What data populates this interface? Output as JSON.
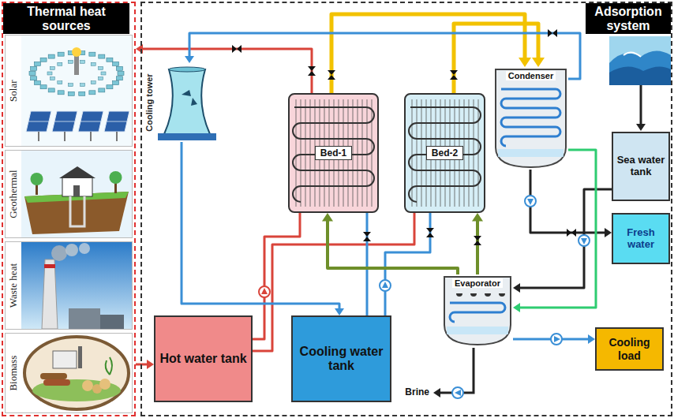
{
  "diagram": {
    "nodes": [
      {
        "text": [
          "Thermal heat sources"
        ]
      },
      {
        "text": [
          "Solar"
        ],
        "in": 0
      },
      {
        "text": [
          "Geothermal"
        ],
        "in": 0
      },
      {
        "text": [
          "Waste heat"
        ],
        "in": 0
      },
      {
        "text": [
          "Biomass"
        ],
        "in": 0
      },
      {
        "text": [
          "Adsorption system"
        ]
      },
      {
        "text": [
          "Cooling tower"
        ],
        "in": 5
      },
      {
        "text": [
          "Bed-1"
        ],
        "in": 5
      },
      {
        "text": [
          "Bed-2"
        ],
        "in": 5
      },
      {
        "text": [
          "Condenser"
        ],
        "in": 5
      },
      {
        "text": [
          "Sea water tank"
        ],
        "in": 5
      },
      {
        "text": [
          "Fresh water"
        ],
        "in": 5
      },
      {
        "text": [
          "Evaporator"
        ],
        "in": 5
      },
      {
        "text": [
          "Hot water tank"
        ],
        "in": 5
      },
      {
        "text": [
          "Cooling water tank"
        ],
        "in": 5
      },
      {
        "text": [
          "Cooling load"
        ],
        "in": 5
      }
    ],
    "edges": [
      {
        "from": 0,
        "to": 13,
        "arrow": "to"
      },
      {
        "from": 7,
        "to": 0,
        "arrow": "to"
      },
      {
        "from": 13,
        "to": 7,
        "arrow": "none"
      },
      {
        "from": 13,
        "to": 8,
        "arrow": "none"
      },
      {
        "from": 14,
        "to": 7,
        "arrow": "none"
      },
      {
        "from": 14,
        "to": 8,
        "arrow": "none"
      },
      {
        "from": 6,
        "to": 14,
        "arrow": "to"
      },
      {
        "from": 7,
        "to": 9,
        "arrow": "to"
      },
      {
        "from": 8,
        "to": 9,
        "arrow": "to"
      },
      {
        "from": 12,
        "to": 7,
        "arrow": "to"
      },
      {
        "from": 12,
        "to": 8,
        "arrow": "to"
      },
      {
        "from": 9,
        "to": 11,
        "arrow": "to"
      },
      {
        "from": 10,
        "to": 12,
        "arrow": "to"
      },
      {
        "from": 12,
        "to": 15,
        "arrow": "to"
      },
      {
        "from": 9,
        "to": 6,
        "arrow": "to"
      },
      {
        "from": 9,
        "to": 12,
        "arrow": "to"
      }
    ],
    "labels": [
      "Brine"
    ]
  }
}
